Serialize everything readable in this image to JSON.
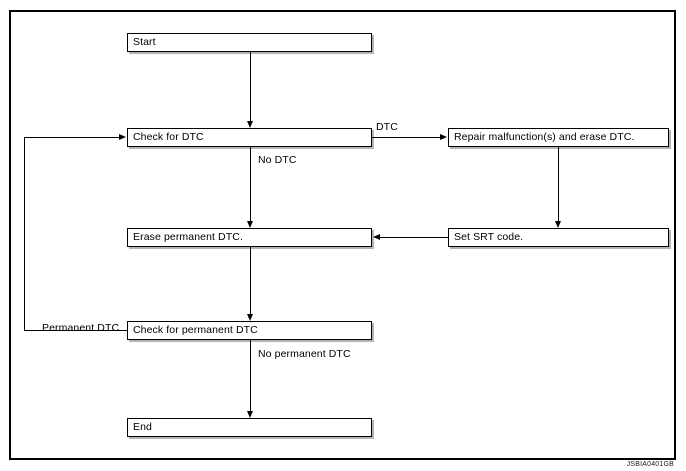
{
  "figure": {
    "code": "JSBIA0401GB",
    "type": "flowchart",
    "background_color": "#ffffff",
    "line_color": "#000000"
  },
  "nodes": [
    {
      "id": "start",
      "label": "Start"
    },
    {
      "id": "check_dtc",
      "label": "Check for DTC"
    },
    {
      "id": "repair",
      "label": "Repair malfunction(s) and erase DTC."
    },
    {
      "id": "erase_perm",
      "label": "Erase permanent DTC."
    },
    {
      "id": "set_srt",
      "label": "Set SRT code."
    },
    {
      "id": "check_perm",
      "label": "Check for permanent DTC"
    },
    {
      "id": "end",
      "label": "End"
    }
  ],
  "edge_labels": [
    {
      "id": "dtc",
      "label": "DTC"
    },
    {
      "id": "no_dtc",
      "label": "No DTC"
    },
    {
      "id": "permanent_dtc",
      "label": "Permanent DTC"
    },
    {
      "id": "no_permanent_dtc",
      "label": "No permanent DTC"
    }
  ]
}
